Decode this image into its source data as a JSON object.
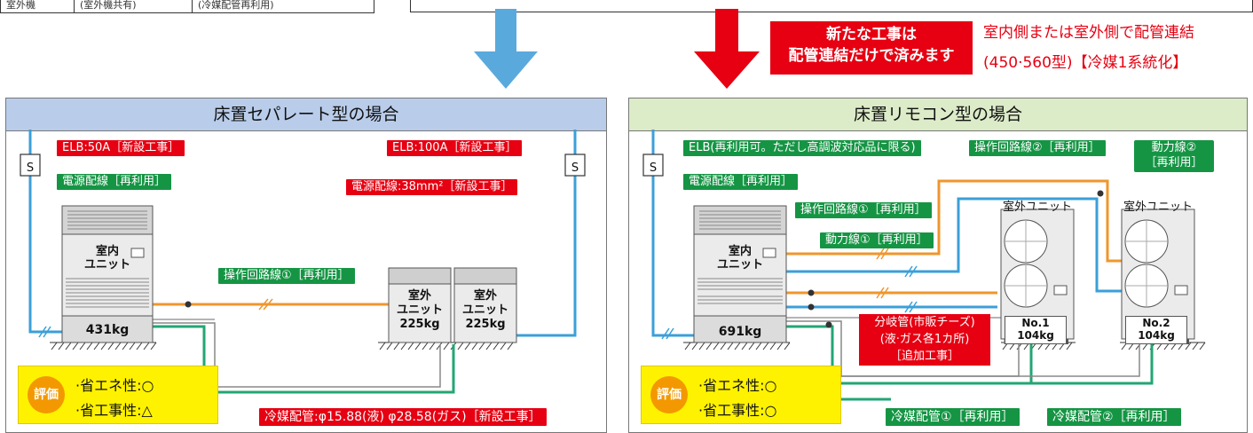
{
  "top": {
    "table_cells": [
      "室外機",
      "(室外機共有)",
      "(冷媒配管再利用)"
    ]
  },
  "callout": {
    "box_line1": "新たな工事は",
    "box_line2": "配管連結だけで済みます",
    "note_line1": "室内側または室外側で配管連結",
    "note_line2": "(450·560型)【冷媒1系統化】"
  },
  "left": {
    "title": "床置セパレート型の場合",
    "labels": {
      "elb_left": "ELB:50A［新設工事］",
      "power_left": "電源配線［再利用］",
      "elb_right": "ELB:100A［新設工事］",
      "power_right": "電源配線:38mm²［新設工事］",
      "op_line1": "操作回路線①［再利用］",
      "refrigerant": "冷媒配管:φ15.88(液) φ28.58(ガス)［新設工事］"
    },
    "indoor": {
      "line1": "室内",
      "line2": "ユニット",
      "weight": "431kg"
    },
    "outdoor": [
      {
        "line1": "室外",
        "line2": "ユニット",
        "weight": "225kg"
      },
      {
        "line1": "室外",
        "line2": "ユニット",
        "weight": "225kg"
      }
    ],
    "switch_symbol": "S",
    "eval": {
      "badge": "評価",
      "row1": "·省エネ性:○",
      "row2": "·省工事性:△"
    }
  },
  "right": {
    "title": "床置リモコン型の場合",
    "labels": {
      "elb": "ELB(再利用可。ただし高調波対応品に限る)",
      "power": "電源配線［再利用］",
      "op_line2": "操作回路線②［再利用］",
      "power_line2_a": "動力線②",
      "power_line2_b": "［再利用］",
      "op_line1": "操作回路線①［再利用］",
      "power_line1": "動力線①［再利用］",
      "branch_a": "分岐管(市販チーズ)",
      "branch_b": "(液·ガス各1カ所)",
      "branch_c": "［追加工事］",
      "ref1": "冷媒配管①［再利用］",
      "ref2": "冷媒配管②［再利用］"
    },
    "indoor": {
      "line1": "室内",
      "line2": "ユニット",
      "weight": "691kg"
    },
    "outdoor": [
      {
        "title": "室外ユニット",
        "no": "No.1",
        "weight": "104kg"
      },
      {
        "title": "室外ユニット",
        "no": "No.2",
        "weight": "104kg"
      }
    ],
    "switch_symbol": "S",
    "eval": {
      "badge": "評価",
      "row1": "·省エネ性:○",
      "row2": "·省工事性:○"
    }
  },
  "colors": {
    "blue_arrow": "#5aa9dc",
    "red_arrow": "#e60012",
    "power_line": "#3b9fd9",
    "op_line": "#f0962d",
    "refrigerant": "#22a673",
    "label_green": "#159544",
    "label_red": "#e60012",
    "left_header": "#b9cdea",
    "right_header": "#dcebc8"
  }
}
